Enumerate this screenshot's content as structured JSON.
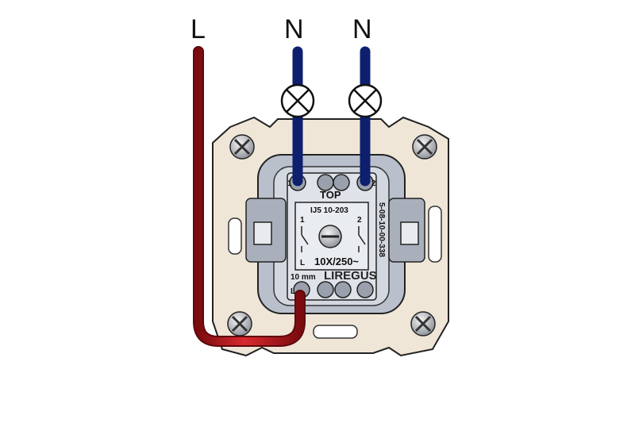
{
  "labels": {
    "live": "L",
    "neutral_1": "N",
    "neutral_2": "N"
  },
  "device": {
    "terminal_1": "1",
    "terminal_2": "2",
    "orientation": "TOP",
    "model": "IJ5 10-203",
    "contact_1": "1",
    "contact_2": "2",
    "contact_l": "L",
    "rating": "10X/250~",
    "strip_length": "10 mm",
    "brand": "LIREGUS",
    "terminal_l": "L",
    "side_code": "5-08-10-00-338"
  },
  "colors": {
    "live_wire": "#b8161c",
    "neutral_wire": "#1f3aa8",
    "frame": "#efe6d8",
    "module": "#c7ccd6"
  }
}
